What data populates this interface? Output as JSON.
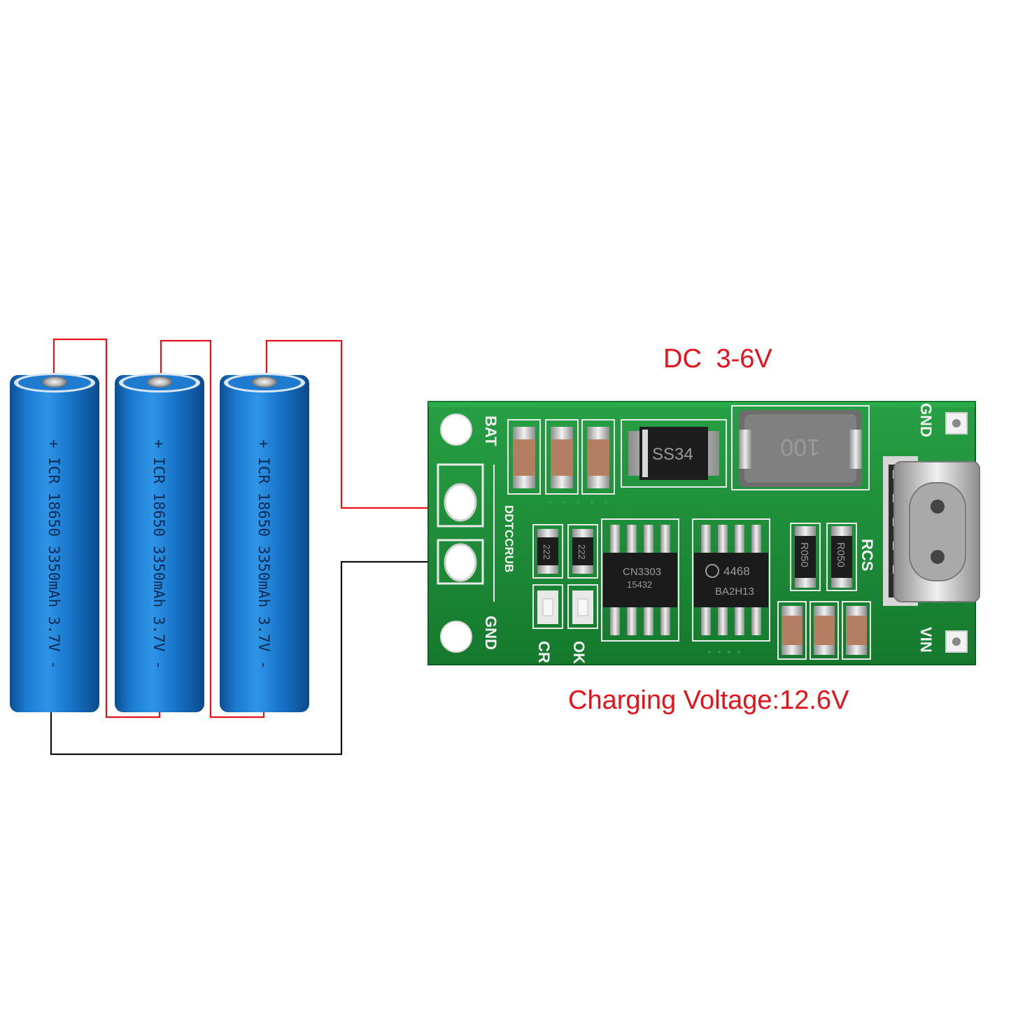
{
  "captions": {
    "input_voltage": "DC  3-6V",
    "charging_voltage": "Charging Voltage:12.6V"
  },
  "cells": [
    {
      "label": "+ ICR 18650 3350mAh  3.7V -"
    },
    {
      "label": "+ ICR 18650 3350mAh  3.7V -"
    },
    {
      "label": "+ ICR 18650 3350mAh  3.7V -"
    }
  ],
  "board": {
    "silkscreen": {
      "bat": "BAT",
      "gnd_left": "GND",
      "model": "DDTCCRUB",
      "led_cr": "CR",
      "led_ok": "OK",
      "rcs": "RCS",
      "gnd_right": "GND",
      "vin": "VIN"
    },
    "parts": {
      "diode": "SS34",
      "inductor": "100",
      "controller_ic": "CN3303",
      "controller_ic_code": "15432",
      "mosfet_ic": "4468",
      "mosfet_ic_code": "BA2H13",
      "sense_resistor_1": "R050",
      "sense_resistor_2": "R050",
      "led_resistor_1": "222",
      "led_resistor_2": "222"
    }
  },
  "colors": {
    "caption": "#e5121b",
    "wire_positive": "#e5121b",
    "wire_negative": "#111111",
    "pcb": "#1f8f3a",
    "cell": "#1576c9"
  }
}
